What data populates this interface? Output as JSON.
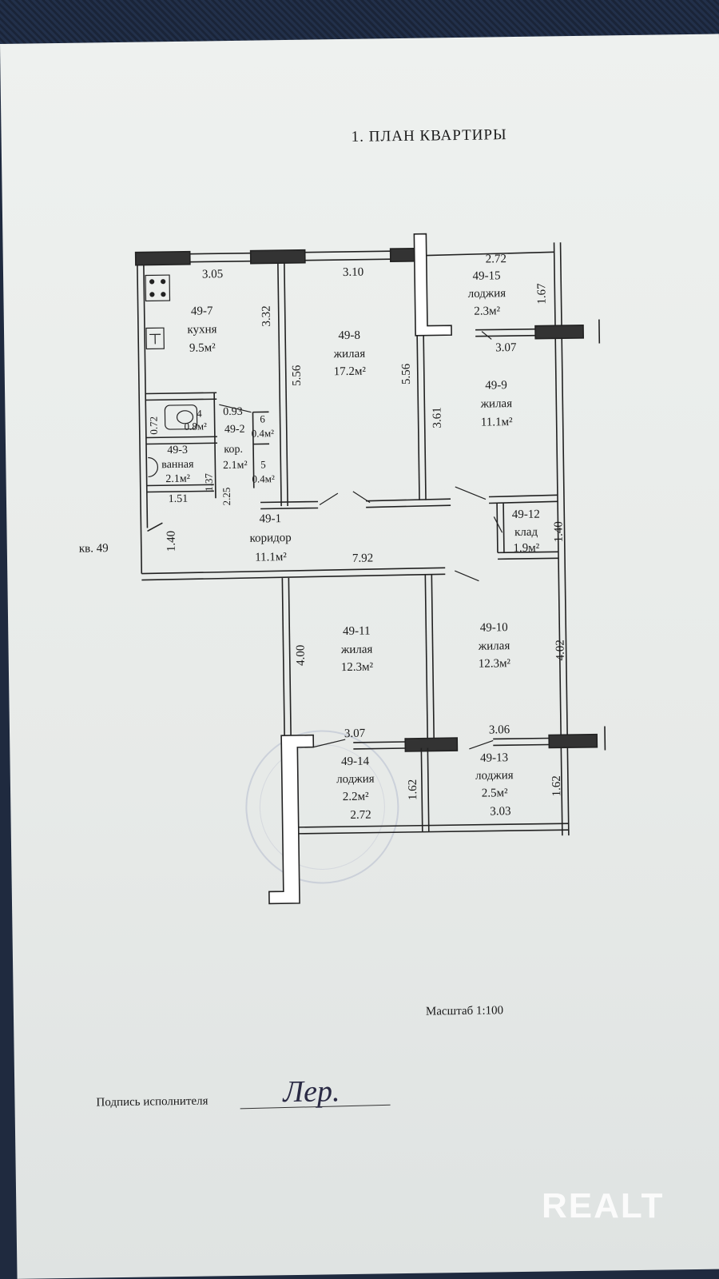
{
  "document": {
    "title": "1.  ПЛАН  КВАРТИРЫ",
    "apartment_label": "кв. 49",
    "scale": "Масштаб 1:100",
    "signature_label": "Подпись исполнителя",
    "signature_scrawl": "Лер.",
    "watermark": "REALT"
  },
  "rooms": [
    {
      "id": "49-7",
      "type": "кухня",
      "area": "9.5м²"
    },
    {
      "id": "49-8",
      "type": "жилая",
      "area": "17.2м²"
    },
    {
      "id": "49-15",
      "type": "лоджия",
      "area": "2.3м²"
    },
    {
      "id": "49-9",
      "type": "жилая",
      "area": "11.1м²"
    },
    {
      "id": "49-2",
      "type": "кор.",
      "area": "2.1м²"
    },
    {
      "id": "49-3",
      "type": "ванная",
      "area": "2.1м²"
    },
    {
      "id": "49-1",
      "type": "коридор",
      "area": "11.1м²"
    },
    {
      "id": "49-12",
      "type": "клад",
      "area": "1.9м²"
    },
    {
      "id": "49-11",
      "type": "жилая",
      "area": "12.3м²"
    },
    {
      "id": "49-10",
      "type": "жилая",
      "area": "12.3м²"
    },
    {
      "id": "49-14",
      "type": "лоджия",
      "area": "2.2м²"
    },
    {
      "id": "49-13",
      "type": "лоджия",
      "area": "2.5м²"
    }
  ],
  "small_rooms": [
    {
      "id": "4",
      "area": "0.8м²"
    },
    {
      "id": "6",
      "area": "0.4м²"
    },
    {
      "id": "5",
      "area": "0.4м²"
    }
  ],
  "dimensions": [
    "3.05",
    "3.32",
    "3.10",
    "5.56",
    "5.56",
    "2.72",
    "1.67",
    "3.07",
    "3.61",
    "0.93",
    "0.72",
    "2.25",
    "1.37",
    "1.51",
    "1.40",
    "7.92",
    "1.40",
    "4.00",
    "4.02",
    "3.07",
    "3.06",
    "1.62",
    "1.62",
    "2.72",
    "3.03"
  ]
}
